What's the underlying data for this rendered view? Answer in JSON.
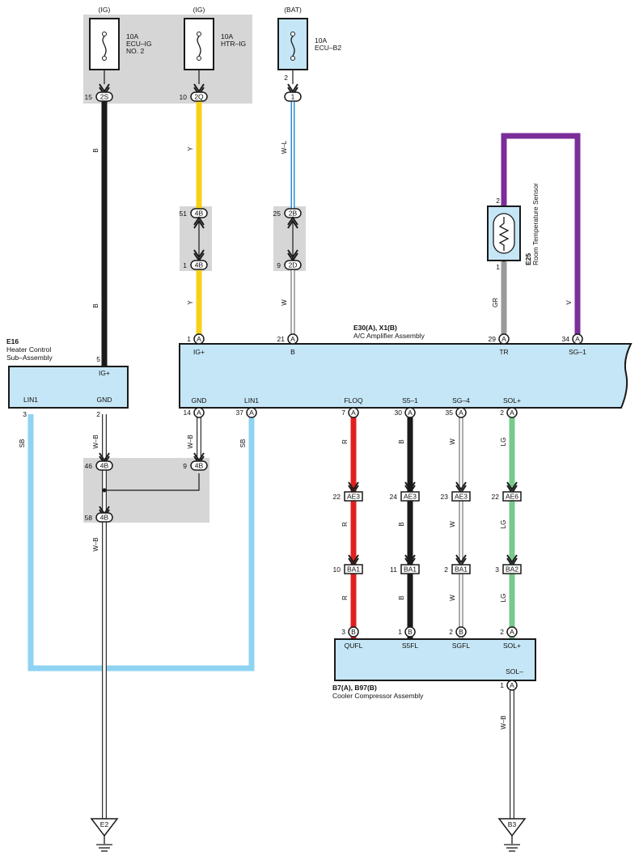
{
  "colors": {
    "black": "#1a1a1a",
    "yellow": "#f7d117",
    "light_blue": "#8fd3f2",
    "purple": "#7b2e9a",
    "gray": "#9a9a9a",
    "red": "#e02020",
    "green": "#78c98d",
    "box_fill": "#c5e6f6",
    "shade": "#d6d6d6"
  },
  "fuses": [
    {
      "source": "(IG)",
      "rating": "10A",
      "name1": "ECU–IG",
      "name2": "NO. 2",
      "pin": "15",
      "conn": "2S"
    },
    {
      "source": "(IG)",
      "rating": "10A",
      "name1": "HTR–IG",
      "name2": "",
      "pin": "10",
      "conn": "2Q"
    },
    {
      "source": "(BAT)",
      "rating": "10A",
      "name1": "ECU–B2",
      "name2": "",
      "pin_top": "2",
      "conn": "1"
    }
  ],
  "wires": {
    "b_top": "B",
    "b_mid": "B",
    "y_top": "Y",
    "y_mid": "Y",
    "wl": "W–L",
    "w_mid": "W",
    "gr": "GR",
    "v": "V",
    "sb_left": "SB",
    "sb_right": "SB",
    "wb_1": "W–B",
    "wb_2": "W–B",
    "wb_3": "W–B",
    "wb_4": "W–B",
    "r1": "R",
    "r2": "R",
    "r3": "R",
    "b1": "B",
    "b2": "B",
    "b3": "B",
    "w1": "W",
    "w2": "W",
    "w3": "W",
    "lg1": "LG",
    "lg2": "LG",
    "lg3": "LG"
  },
  "junctions": {
    "j4b_51": "51",
    "j4b_51c": "4B",
    "j4b_1": "1",
    "j4b_1c": "4B",
    "j2b_25": "25",
    "j2b_25c": "2B",
    "j2d_9": "9",
    "j2d_9c": "2D",
    "j4b_46": "46",
    "j4b_46c": "4B",
    "j4b_9": "9",
    "j4b_9c": "4B",
    "j4b_58": "58",
    "j4b_58c": "4B"
  },
  "sensor": {
    "code": "E25",
    "name": "Room Temperature Sensor",
    "pin_top": "2",
    "pin_bot": "1"
  },
  "amp": {
    "code": "E30(A), X1(B)",
    "name": "A/C Amplifier Assembly",
    "top_pins": [
      {
        "num": "1",
        "conn": "A",
        "label": "IG+"
      },
      {
        "num": "21",
        "conn": "A",
        "label": "B"
      },
      {
        "num": "29",
        "conn": "A",
        "label": "TR"
      },
      {
        "num": "34",
        "conn": "A",
        "label": "SG–1"
      }
    ],
    "bottom_pins": [
      {
        "num": "14",
        "conn": "A",
        "label": "GND"
      },
      {
        "num": "37",
        "conn": "A",
        "label": "LIN1"
      },
      {
        "num": "7",
        "conn": "A",
        "label": "FLOQ"
      },
      {
        "num": "30",
        "conn": "A",
        "label": "S5–1"
      },
      {
        "num": "35",
        "conn": "A",
        "label": "SG–4"
      },
      {
        "num": "2",
        "conn": "A",
        "label": "SOL+"
      }
    ]
  },
  "heater": {
    "code": "E16",
    "name1": "Heater Control",
    "name2": "Sub–Assembly",
    "pin_ig": "5",
    "label_ig": "IG+",
    "label_lin": "LIN1",
    "label_gnd": "GND",
    "pin_lin": "3",
    "pin_gnd": "2"
  },
  "mid_conns": [
    {
      "ae_num": "22",
      "ae": "AE3",
      "ba_num": "10",
      "ba": "BA1"
    },
    {
      "ae_num": "24",
      "ae": "AE3",
      "ba_num": "11",
      "ba": "BA1"
    },
    {
      "ae_num": "23",
      "ae": "AE3",
      "ba_num": "2",
      "ba": "BA1"
    },
    {
      "ae_num": "22",
      "ae": "AE6",
      "ba_num": "3",
      "ba": "BA2"
    }
  ],
  "compressor": {
    "code": "B7(A), B97(B)",
    "name": "Cooler Compressor Assembly",
    "pins": [
      {
        "num": "3",
        "conn": "B",
        "label": "QUFL"
      },
      {
        "num": "1",
        "conn": "B",
        "label": "S5FL"
      },
      {
        "num": "2",
        "conn": "B",
        "label": "SGFL"
      },
      {
        "num": "2",
        "conn": "A",
        "label": "SOL+"
      }
    ],
    "sol_minus": "SOL–",
    "sol_minus_pin": "1",
    "sol_minus_conn": "A"
  },
  "grounds": {
    "left": "E2",
    "right": "B3"
  }
}
